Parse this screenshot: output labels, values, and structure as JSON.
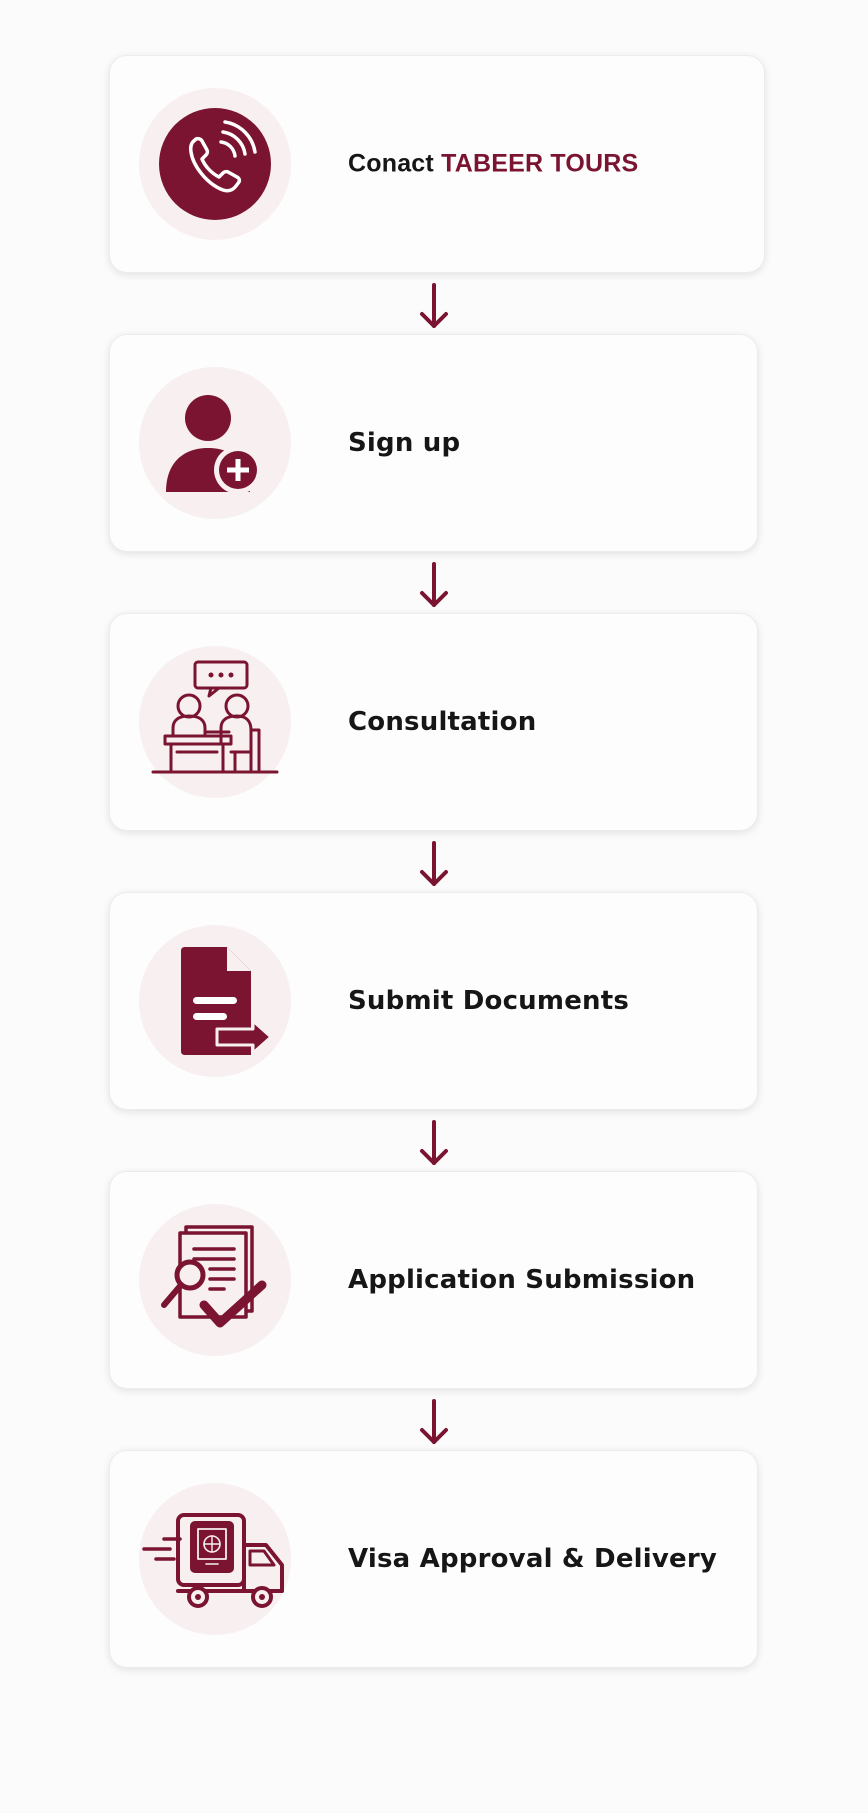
{
  "colors": {
    "accent": "#7a1430",
    "icon_bg": "#f7eff0",
    "text": "#161616"
  },
  "steps": [
    {
      "text": "Conact ",
      "brand": "TABEER TOURS",
      "icon": "phone-icon"
    },
    {
      "text": "Sign up",
      "icon": "user-add-icon"
    },
    {
      "text": "Consultation",
      "icon": "consultation-icon"
    },
    {
      "text": "Submit Documents",
      "icon": "document-submit-icon"
    },
    {
      "text": "Application Submission",
      "icon": "application-check-icon"
    },
    {
      "text": "Visa Approval & Delivery",
      "icon": "delivery-truck-icon"
    }
  ]
}
